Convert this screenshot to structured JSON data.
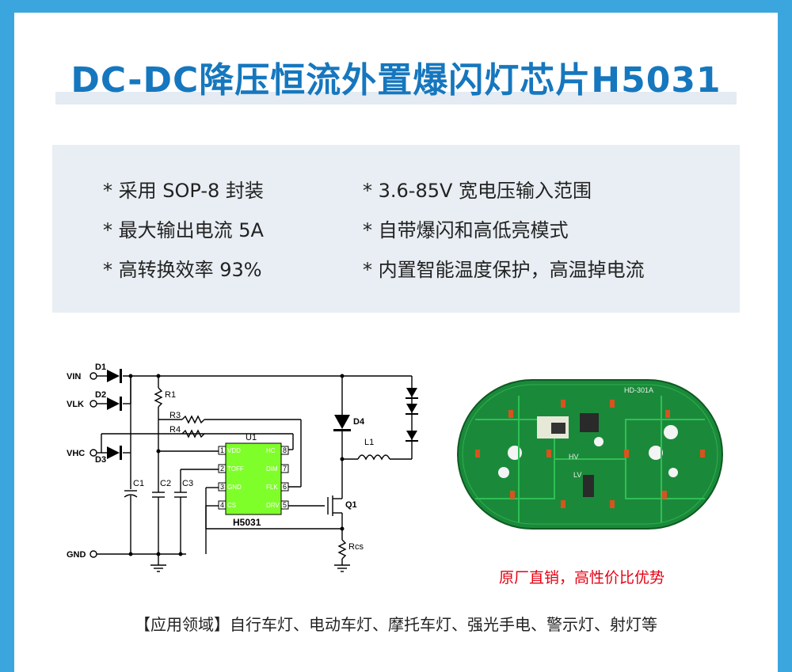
{
  "title": "DC-DC降压恒流外置爆闪灯芯片H5031",
  "features": [
    "* 采用 SOP-8 封装",
    "* 3.6-85V 宽电压输入范围",
    "* 最大输出电流 5A",
    "* 自带爆闪和高低亮模式",
    "* 高转换效率 93%",
    "* 内置智能温度保护，高温掉电流"
  ],
  "circuit": {
    "vin": "VIN",
    "vlk": "VLK",
    "vhc": "VHC",
    "gnd": "GND",
    "d1": "D1",
    "d2": "D2",
    "d3": "D3",
    "d4": "D4",
    "r1": "R1",
    "r3": "R3",
    "r4": "R4",
    "l1": "L1",
    "c1": "C1",
    "c2": "C2",
    "c3": "C3",
    "q1": "Q1",
    "rcs": "Rcs",
    "u1": "U1",
    "chip": "H5031",
    "pins_left": [
      "VDD",
      "TOFF",
      "GND",
      "CS"
    ],
    "pins_right": [
      "HC",
      "DIM",
      "FLK",
      "DRV"
    ],
    "pin_nums_left": [
      "1",
      "2",
      "3",
      "4"
    ],
    "pin_nums_right": [
      "8",
      "7",
      "6",
      "5"
    ]
  },
  "pcb": {
    "board_label": "HD-301A",
    "hv": "HV",
    "lv": "LV"
  },
  "direct_sale": "原厂直销，高性价比优势",
  "applications": "【应用领域】自行车灯、电动车灯、摩托车灯、强光手电、警示灯、射灯等"
}
